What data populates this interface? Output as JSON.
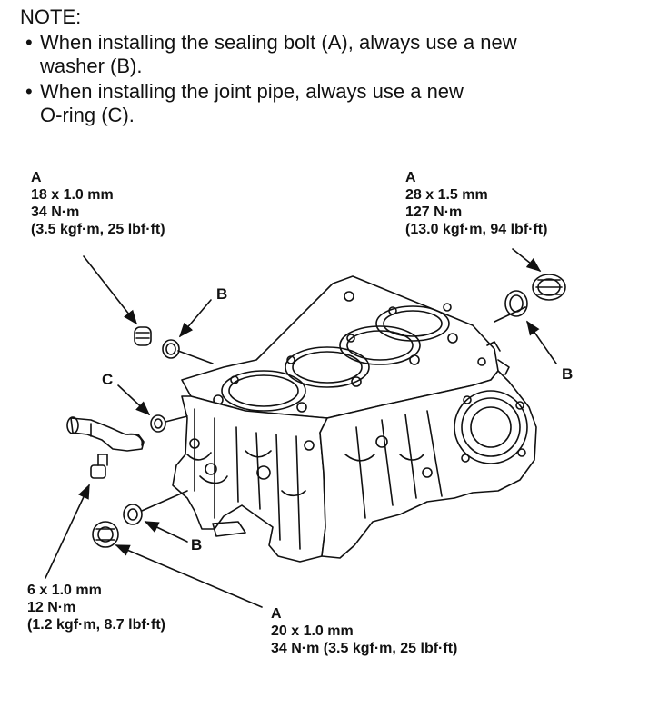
{
  "note": {
    "title": "NOTE:",
    "bullets": [
      {
        "lines": [
          "When installing the sealing bolt (A), always use a new",
          "washer (B)."
        ]
      },
      {
        "lines": [
          "When installing the joint pipe, always use a new",
          "O-ring (C)."
        ]
      }
    ]
  },
  "callouts": {
    "top_left": {
      "letter": "A",
      "size": "18 x 1.0 mm",
      "torque": "34 N·m",
      "alt": "(3.5 kgf·m, 25 lbf·ft)"
    },
    "top_right": {
      "letter": "A",
      "size": "28 x 1.5 mm",
      "torque": "127 N·m",
      "alt": "(13.0 kgf·m, 94 lbf·ft)"
    },
    "bottom_left": {
      "size": "6 x 1.0 mm",
      "torque": "12 N·m",
      "alt": "(1.2 kgf·m, 8.7 lbf·ft)"
    },
    "bottom_center": {
      "letter": "A",
      "size": "20 x 1.0 mm",
      "torque": "34 N·m (3.5 kgf·m, 25 lbf·ft)"
    }
  },
  "markers": {
    "washer_top": "B",
    "washer_right": "B",
    "washer_bottom": "B",
    "oring": "C"
  }
}
